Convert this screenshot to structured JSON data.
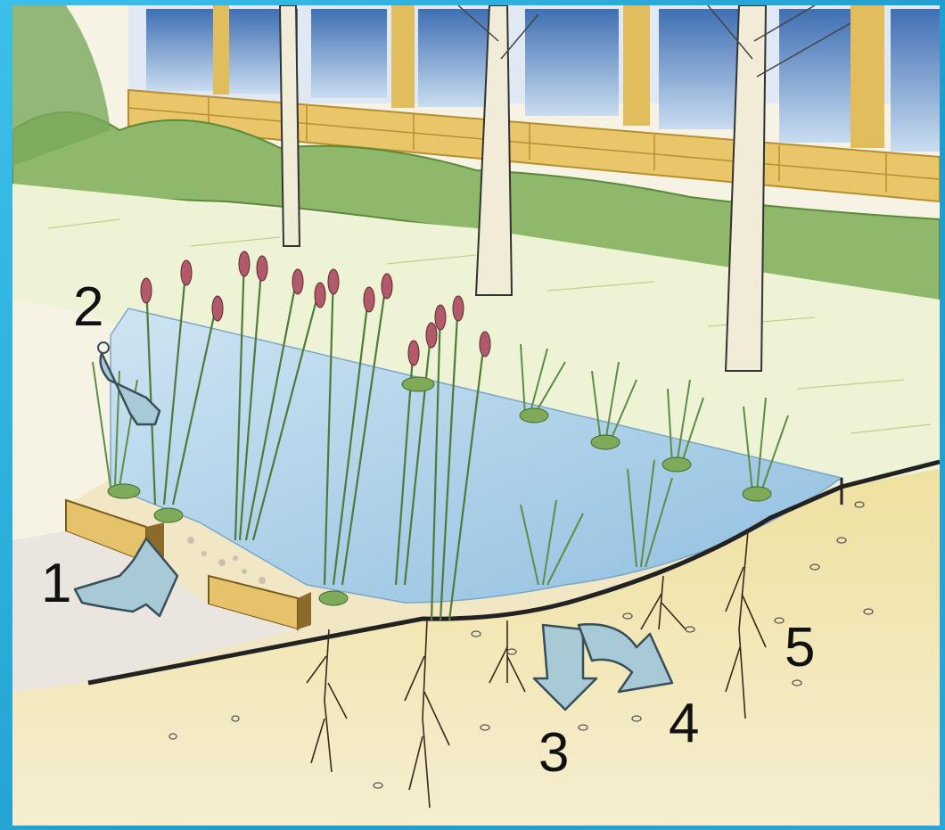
{
  "labels": {
    "n1": "1",
    "n2": "2",
    "n3": "3",
    "n4": "4",
    "n5": "5"
  },
  "colors": {
    "frame": "#29a9d6",
    "water": "#a9cfe6",
    "soil": "#eadfa8",
    "grass": "#e8efc9",
    "hedge": "#7fa85c",
    "arrow": "#a8c9d6",
    "wall": "#e7c56a",
    "window": "#5f8fc5"
  },
  "icons": [
    "flow-arrow-icon",
    "cattail-icon",
    "tree-icon"
  ]
}
